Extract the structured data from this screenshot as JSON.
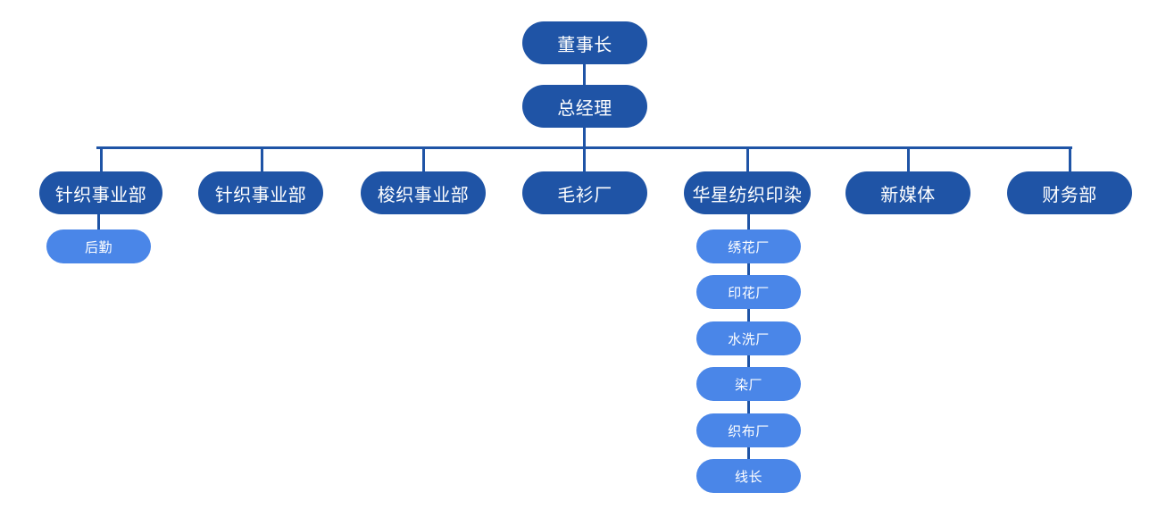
{
  "chart_data": {
    "type": "diagram",
    "diagram_type": "organization-chart",
    "title": "",
    "orientation": "top-down",
    "colors": {
      "primary_node": "#1f54a6",
      "secondary_node": "#4a86e8",
      "connector": "#1f54a6",
      "node_text": "#ffffff",
      "background": "#ffffff"
    },
    "nodes": [
      {
        "id": "n0",
        "label": "董事长",
        "level": 0,
        "parent": null
      },
      {
        "id": "n1",
        "label": "总经理",
        "level": 1,
        "parent": "n0"
      },
      {
        "id": "n2",
        "label": "针织事业部",
        "level": 2,
        "parent": "n1"
      },
      {
        "id": "n3",
        "label": "针织事业部",
        "level": 2,
        "parent": "n1"
      },
      {
        "id": "n4",
        "label": "梭织事业部",
        "level": 2,
        "parent": "n1"
      },
      {
        "id": "n5",
        "label": "毛衫厂",
        "level": 2,
        "parent": "n1"
      },
      {
        "id": "n6",
        "label": "华星纺织印染",
        "level": 2,
        "parent": "n1"
      },
      {
        "id": "n7",
        "label": "新媒体",
        "level": 2,
        "parent": "n1"
      },
      {
        "id": "n8",
        "label": "财务部",
        "level": 2,
        "parent": "n1"
      },
      {
        "id": "n9",
        "label": "后勤",
        "level": 3,
        "parent": "n2"
      },
      {
        "id": "n10",
        "label": "绣花厂",
        "level": 3,
        "parent": "n6"
      },
      {
        "id": "n11",
        "label": "印花厂",
        "level": 3,
        "parent": "n6"
      },
      {
        "id": "n12",
        "label": "水洗厂",
        "level": 3,
        "parent": "n6"
      },
      {
        "id": "n13",
        "label": "染厂",
        "level": 3,
        "parent": "n6"
      },
      {
        "id": "n14",
        "label": "织布厂",
        "level": 3,
        "parent": "n6"
      },
      {
        "id": "n15",
        "label": "线长",
        "level": 3,
        "parent": "n6"
      }
    ]
  },
  "chart": {
    "top": {
      "chairman": "董事长",
      "general_manager": "总经理"
    },
    "departments": [
      {
        "label": "针织事业部"
      },
      {
        "label": "针织事业部"
      },
      {
        "label": "梭织事业部"
      },
      {
        "label": "毛衫厂"
      },
      {
        "label": "华星纺织印染"
      },
      {
        "label": "新媒体"
      },
      {
        "label": "财务部"
      }
    ],
    "knitting_children": [
      {
        "label": "后勤"
      }
    ],
    "huaxing_children": [
      {
        "label": "绣花厂"
      },
      {
        "label": "印花厂"
      },
      {
        "label": "水洗厂"
      },
      {
        "label": "染厂"
      },
      {
        "label": "织布厂"
      },
      {
        "label": "线长"
      }
    ]
  }
}
